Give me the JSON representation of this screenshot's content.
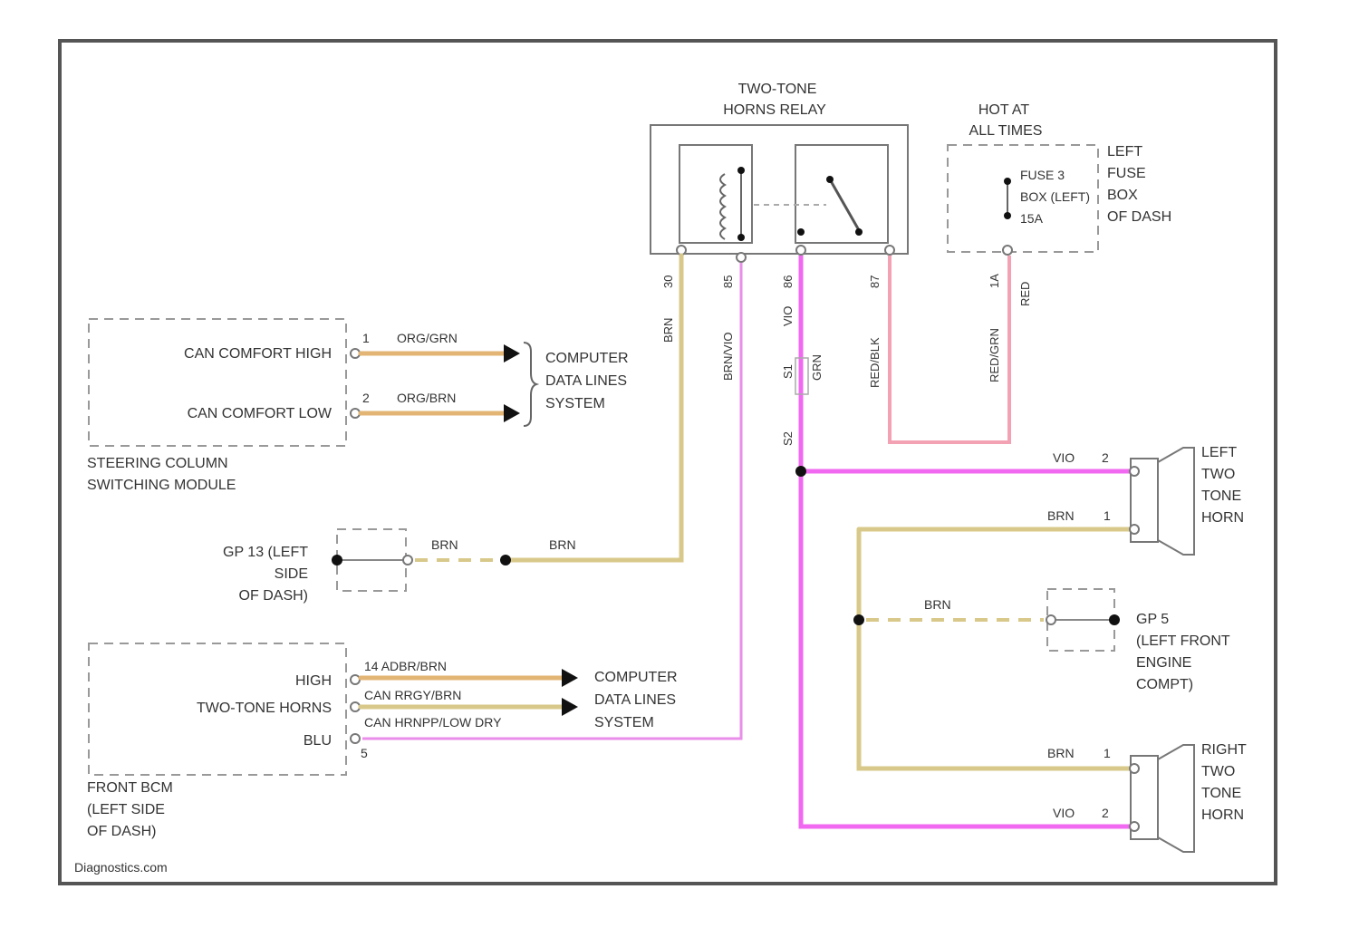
{
  "relay": {
    "title_line1": "TWO-TONE",
    "title_line2": "HORNS RELAY"
  },
  "fuse_box": {
    "hot_line1": "HOT AT",
    "hot_line2": "ALL TIMES",
    "fuse_line1": "FUSE 3",
    "fuse_line2": "BOX (LEFT)",
    "fuse_line3": "15A",
    "location_line1": "LEFT",
    "location_line2": "FUSE",
    "location_line3": "BOX",
    "location_line4": "OF DASH"
  },
  "steering_module": {
    "pin_high_label": "CAN COMFORT HIGH",
    "pin_low_label": "CAN COMFORT LOW",
    "pin_high_no": "1",
    "pin_low_no": "2",
    "wire_high": "ORG/GRN",
    "wire_low": "ORG/BRN",
    "name_line1": "STEERING COLUMN",
    "name_line2": "SWITCHING MODULE"
  },
  "data_lines_1": {
    "line1": "COMPUTER",
    "line2": "DATA LINES",
    "line3": "SYSTEM"
  },
  "ground_left": {
    "line1": "GP 13 (LEFT",
    "line2": "SIDE",
    "line3": "OF DASH)",
    "wire1": "BRN",
    "wire2": "BRN"
  },
  "front_bcm": {
    "pin_high_label": "HIGH",
    "pin_twotone_label": "TWO-TONE HORNS",
    "pin_blu_label": "BLU",
    "wire_a": "14 ADBR/BRN",
    "wire_b": "CAN RRGY/BRN",
    "wire_c": "CAN HRNPP/LOW DRY",
    "pin_low_no": "5",
    "name_line1": "FRONT BCM",
    "name_line2": "(LEFT SIDE",
    "name_line3": "OF DASH)"
  },
  "data_lines_2": {
    "line1": "COMPUTER",
    "line2": "DATA LINES",
    "line3": "SYSTEM"
  },
  "relay_wires": {
    "w1_pin": "30",
    "w1_color": "BRN",
    "w2_pin": "85",
    "w2_color": "BRN/VIO",
    "w3_pin": "86",
    "w3_color": "VIO",
    "w3_splice": "S1",
    "w3_splice2": "GRN",
    "w3_lower": "S2",
    "w4_pin": "87",
    "w4_color": "RED/BLK",
    "fuse_pin": "1A",
    "fuse_color": "RED/GRN",
    "fuse_color2": "RED"
  },
  "left_horn": {
    "wire_vio": "VIO",
    "pin_vio": "2",
    "wire_brn": "BRN",
    "pin_brn": "1",
    "line1": "LEFT",
    "line2": "TWO",
    "line3": "TONE",
    "line4": "HORN"
  },
  "ground_right": {
    "wire": "BRN",
    "line1": "GP 5",
    "line2": "(LEFT FRONT",
    "line3": "ENGINE",
    "line4": "COMPT)"
  },
  "right_horn": {
    "wire_brn": "BRN",
    "pin_brn": "1",
    "wire_vio": "VIO",
    "pin_vio": "2",
    "line1": "RIGHT",
    "line2": "TWO",
    "line3": "TONE",
    "line4": "HORN"
  },
  "watermark": "Diagnostics.com",
  "colors": {
    "brown_wire": "#d8c98a",
    "orange_wire": "#e3b574",
    "violet_wire": "#e98ee9",
    "magenta_wire": "#f168f1",
    "red_wire": "#f3a2b3"
  }
}
